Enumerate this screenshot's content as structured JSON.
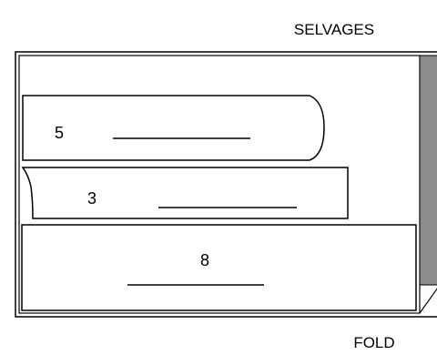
{
  "labels": {
    "selvages": "SELVAGES",
    "fold": "FOLD"
  },
  "pattern_pieces": [
    {
      "number": "5",
      "shape": "rounded-right-end"
    },
    {
      "number": "3",
      "shape": "curved-left-end"
    },
    {
      "number": "8",
      "shape": "rectangle-on-fold"
    }
  ],
  "colors": {
    "outline": "#000000",
    "fold_band": "#8c8c8c",
    "background": "#ffffff"
  }
}
